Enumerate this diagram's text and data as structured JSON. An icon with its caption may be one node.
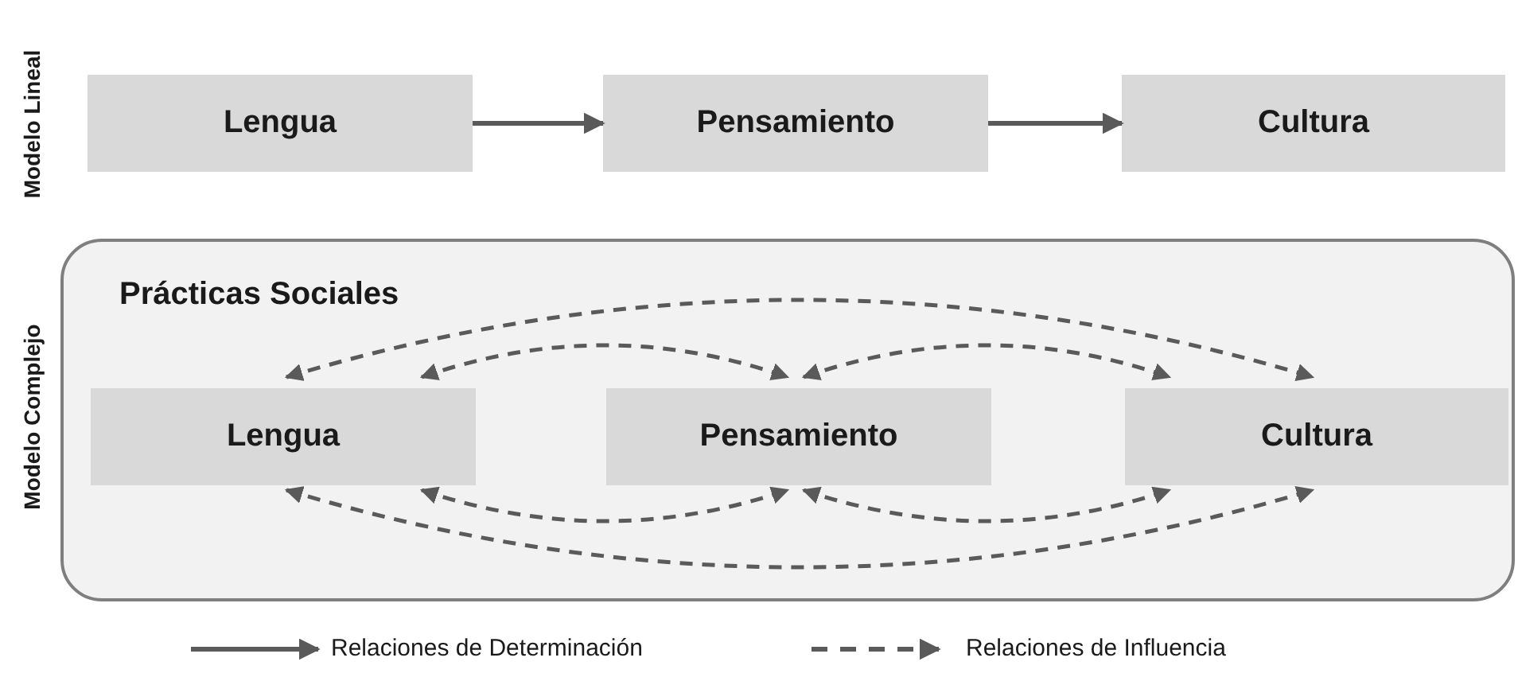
{
  "diagram": {
    "nodes": [
      {
        "text": [
          "Lengua"
        ]
      },
      {
        "text": [
          "Pensamiento"
        ]
      },
      {
        "text": [
          "Cultura"
        ]
      },
      {
        "text": [
          "Prácticas Sociales"
        ]
      },
      {
        "text": [
          "Lengua"
        ],
        "in": 3
      },
      {
        "text": [
          "Pensamiento"
        ],
        "in": 3
      },
      {
        "text": [
          "Cultura"
        ],
        "in": 3
      }
    ],
    "edges": [
      {
        "from": 0,
        "to": 1,
        "arrow": "to"
      },
      {
        "from": 1,
        "to": 2,
        "arrow": "to"
      },
      {
        "from": 4,
        "to": 6,
        "arrow": "both",
        "style": "dashed"
      },
      {
        "from": 4,
        "to": 5,
        "arrow": "both",
        "style": "dashed"
      },
      {
        "from": 5,
        "to": 6,
        "arrow": "both",
        "style": "dashed"
      },
      {
        "from": 4,
        "to": 5,
        "arrow": "both",
        "style": "dashed"
      },
      {
        "from": 5,
        "to": 6,
        "arrow": "both",
        "style": "dashed"
      },
      {
        "from": 4,
        "to": 6,
        "arrow": "both",
        "style": "dashed"
      }
    ],
    "labels": [
      "Modelo Lineal",
      "Modelo Complejo"
    ],
    "legend": [
      {
        "text": "Relaciones de Determinación"
      },
      {
        "text": "Relaciones de Influencia"
      }
    ]
  }
}
